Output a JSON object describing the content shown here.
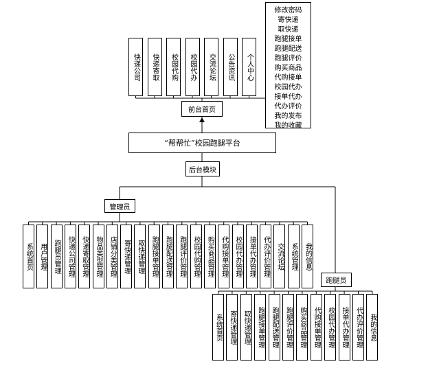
{
  "platform": "“帮帮忙”校园跑腿平台",
  "front": {
    "label": "前台首页",
    "modules": [
      "快递公司",
      "快递寄取",
      "校园代购",
      "校园代办",
      "交流论坛",
      "公告资讯",
      "个人中心"
    ],
    "personal_center_items": [
      "修改密码",
      "寄快递",
      "取快递",
      "跑腿接单",
      "跑腿配送",
      "跑腿评价",
      "购买商品",
      "代购接单",
      "校园代办",
      "接单代办",
      "代办评价",
      "我的发布",
      "我的收藏"
    ]
  },
  "back": {
    "label": "后台模块",
    "admin": {
      "label": "管理员",
      "items": [
        "系统首页",
        "用户管理",
        "跑腿员管理",
        "快递公司管理",
        "快递寄取管理",
        "物品类型管理",
        "店铺分类管理",
        "寄快递管理",
        "取快递管理",
        "跑腿接单管理",
        "跑腿配送管理",
        "跑腿评价管理",
        "校园代购管理",
        "购买商品管理",
        "代购接单管理",
        "校园代办管理",
        "接单代办管理",
        "代办评价管理",
        "交流论坛",
        "系统管理",
        "我的信息"
      ]
    },
    "runner": {
      "label": "跑腿员",
      "items": [
        "系统首页",
        "寄快递管理",
        "取快递管理",
        "跑腿接单管理",
        "跑腿配送管理",
        "跑腿评价管理",
        "购买商品管理",
        "代购接单管理",
        "校园代办管理",
        "接单代办管理",
        "代办评价管理",
        "我的信息"
      ]
    }
  }
}
